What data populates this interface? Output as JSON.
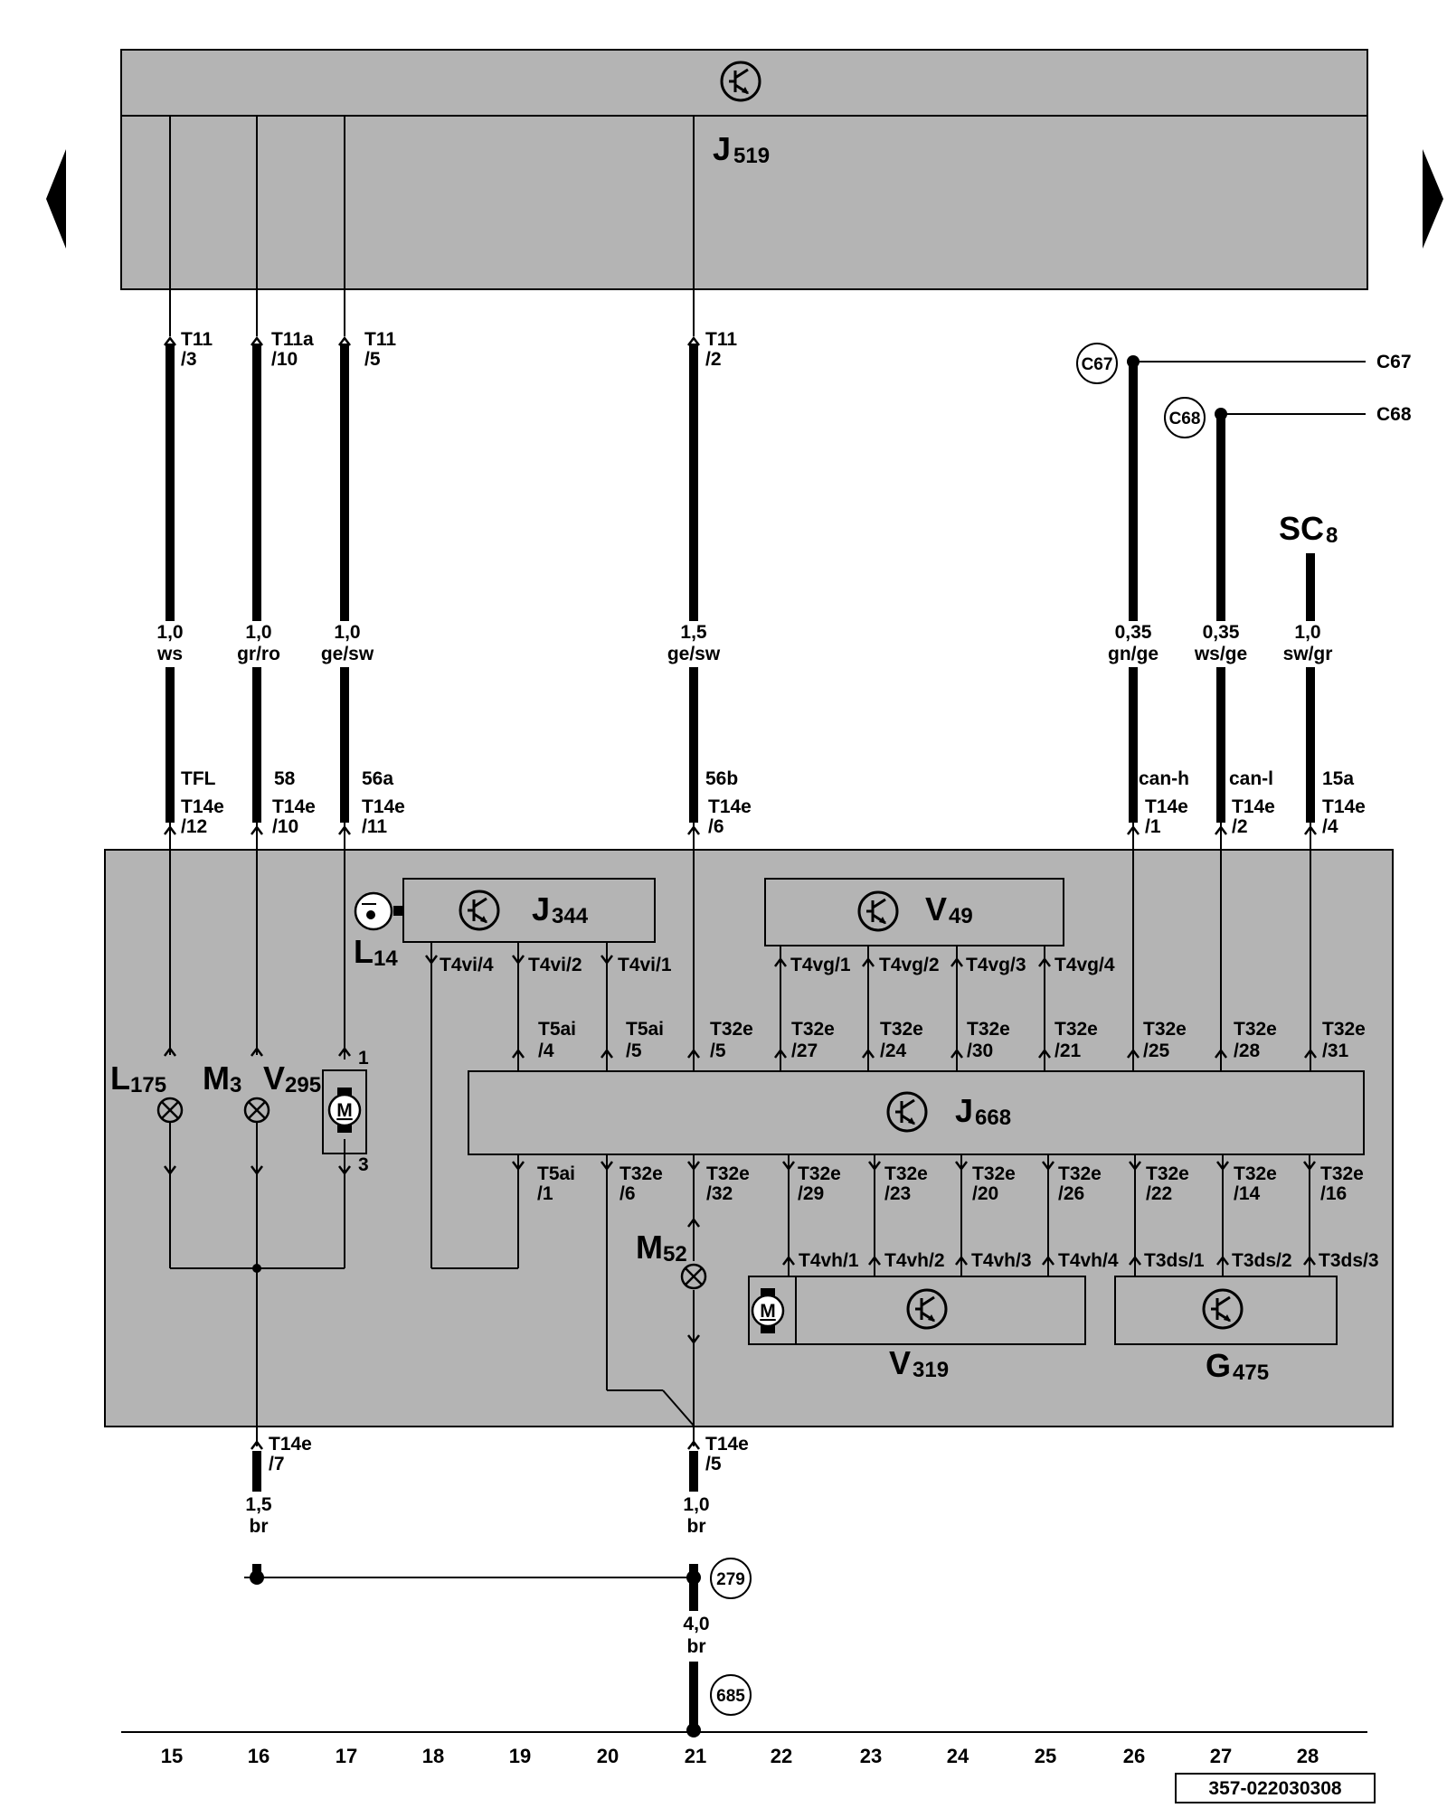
{
  "document_id": "357-022030308",
  "colors": {
    "module_fill": "#b4b4b4",
    "line": "#000000",
    "background": "#ffffff"
  },
  "icons": [
    "nav-left-arrow-icon",
    "nav-right-arrow-icon",
    "control-unit-icon",
    "lamp-icon",
    "motor-icon",
    "ground-point-icon",
    "connection-point-icon"
  ],
  "modules": {
    "J519": {
      "letter": "J",
      "sub": "519"
    },
    "J344": {
      "letter": "J",
      "sub": "344"
    },
    "V49": {
      "letter": "V",
      "sub": "49"
    },
    "J668": {
      "letter": "J",
      "sub": "668"
    },
    "V319": {
      "letter": "V",
      "sub": "319"
    },
    "G475": {
      "letter": "G",
      "sub": "475"
    }
  },
  "components": {
    "L175": {
      "letter": "L",
      "sub": "175"
    },
    "M3": {
      "letter": "M",
      "sub": "3"
    },
    "V295": {
      "letter": "V",
      "sub": "295"
    },
    "L14": {
      "letter": "L",
      "sub": "14"
    },
    "M52": {
      "letter": "M",
      "sub": "52"
    },
    "SC8": {
      "letter": "SC",
      "sub": "8"
    },
    "motor_label": "M",
    "v295_pin_top": "1",
    "v295_pin_bottom": "3"
  },
  "wires": [
    {
      "id": "w15",
      "top_conn": "T11",
      "top_pin": "/3",
      "size": "1,0",
      "color": "ws",
      "signal": "TFL",
      "bot_conn": "T14e",
      "bot_pin": "/12"
    },
    {
      "id": "w16",
      "top_conn": "T11a",
      "top_pin": "/10",
      "size": "1,0",
      "color": "gr/ro",
      "signal": "58",
      "bot_conn": "T14e",
      "bot_pin": "/10"
    },
    {
      "id": "w17",
      "top_conn": "T11",
      "top_pin": "/5",
      "size": "1,0",
      "color": "ge/sw",
      "signal": "56a",
      "bot_conn": "T14e",
      "bot_pin": "/11"
    },
    {
      "id": "w21",
      "top_conn": "T11",
      "top_pin": "/2",
      "size": "1,5",
      "color": "ge/sw",
      "signal": "56b",
      "bot_conn": "T14e",
      "bot_pin": "/6"
    },
    {
      "id": "w26",
      "size": "0,35",
      "color": "gn/ge",
      "signal": "can-h",
      "bot_conn": "T14e",
      "bot_pin": "/1"
    },
    {
      "id": "w27",
      "size": "0,35",
      "color": "ws/ge",
      "signal": "can-l",
      "bot_conn": "T14e",
      "bot_pin": "/2"
    },
    {
      "id": "w28",
      "size": "1,0",
      "color": "sw/gr",
      "signal": "15a",
      "bot_conn": "T14e",
      "bot_pin": "/4"
    }
  ],
  "c_points": [
    {
      "id": "C67",
      "circle": "C67",
      "label": "C67"
    },
    {
      "id": "C68",
      "circle": "C68",
      "label": "C68"
    }
  ],
  "j344_pins": [
    "T4vi/4",
    "T4vi/2",
    "T4vi/1"
  ],
  "v49_pins": [
    "T4vg/1",
    "T4vg/2",
    "T4vg/3",
    "T4vg/4"
  ],
  "j668_top_pins": [
    {
      "c": "T5ai",
      "p": "/4"
    },
    {
      "c": "T5ai",
      "p": "/5"
    },
    {
      "c": "T32e",
      "p": "/5"
    },
    {
      "c": "T32e",
      "p": "/27"
    },
    {
      "c": "T32e",
      "p": "/24"
    },
    {
      "c": "T32e",
      "p": "/30"
    },
    {
      "c": "T32e",
      "p": "/21"
    },
    {
      "c": "T32e",
      "p": "/25"
    },
    {
      "c": "T32e",
      "p": "/28"
    },
    {
      "c": "T32e",
      "p": "/31"
    }
  ],
  "j668_bottom_pins": [
    {
      "c": "T5ai",
      "p": "/1"
    },
    {
      "c": "T32e",
      "p": "/6"
    },
    {
      "c": "T32e",
      "p": "/32"
    },
    {
      "c": "T32e",
      "p": "/29"
    },
    {
      "c": "T32e",
      "p": "/23"
    },
    {
      "c": "T32e",
      "p": "/20"
    },
    {
      "c": "T32e",
      "p": "/26"
    },
    {
      "c": "T32e",
      "p": "/22"
    },
    {
      "c": "T32e",
      "p": "/14"
    },
    {
      "c": "T32e",
      "p": "/16"
    }
  ],
  "v319_pins": [
    "T4vh/1",
    "T4vh/2",
    "T4vh/3",
    "T4vh/4"
  ],
  "g475_pins": [
    "T3ds/1",
    "T3ds/2",
    "T3ds/3"
  ],
  "ground": {
    "left": {
      "conn": "T14e",
      "pin": "/7",
      "size": "1,5",
      "color": "br"
    },
    "mid": {
      "conn": "T14e",
      "pin": "/5",
      "size": "1,0",
      "color": "br"
    },
    "trunk": {
      "size": "4,0",
      "color": "br"
    },
    "point1": "279",
    "point2": "685"
  },
  "columns": [
    "15",
    "16",
    "17",
    "18",
    "19",
    "20",
    "21",
    "22",
    "23",
    "24",
    "25",
    "26",
    "27",
    "28"
  ]
}
